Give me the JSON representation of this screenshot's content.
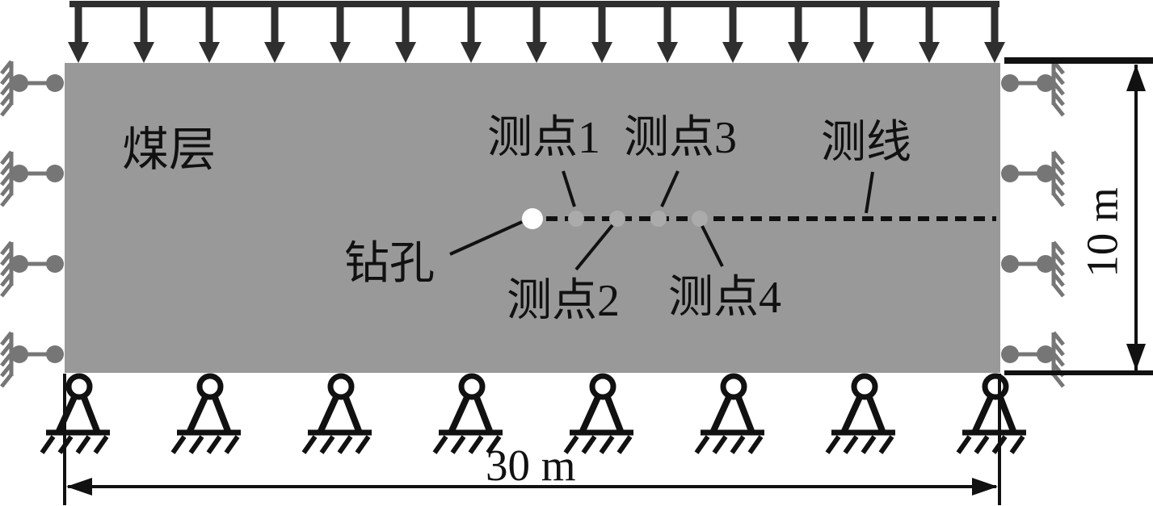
{
  "figure": {
    "coal_label": "煤层",
    "borehole_label": "钻孔",
    "survey_line_label": "测线",
    "point_labels": {
      "p1": "测点1",
      "p2": "测点2",
      "p3": "测点3",
      "p4": "测点4"
    },
    "width_dimension": "30 m",
    "height_dimension": "10 m",
    "counts": {
      "top_load_arrows": 15,
      "bottom_pin_supports": 8,
      "left_side_rollers": 4,
      "right_side_rollers": 4,
      "survey_points": 4
    },
    "colors": {
      "coal_fill": "#999999",
      "load_arrow": "#2f2f2f",
      "roller_gray": "#767676",
      "survey_point_fill": "#ababab",
      "borehole_fill": "#ffffff",
      "ink": "#111111"
    }
  }
}
